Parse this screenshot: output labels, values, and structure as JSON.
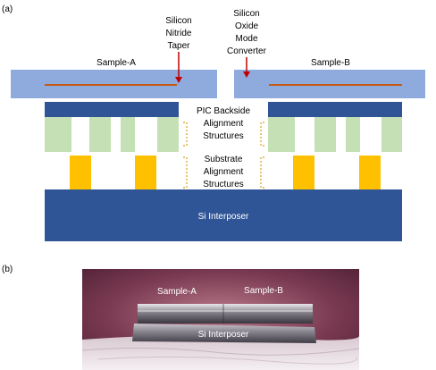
{
  "panel_a": {
    "label": "(a)",
    "callout_taper": [
      "Silicon",
      "Nitride",
      "Taper"
    ],
    "callout_converter": [
      "Silicon",
      "Oxide",
      "Mode",
      "Converter"
    ],
    "sample_a_label": "Sample-A",
    "sample_b_label": "Sample-B",
    "pic_alignment_label": [
      "PIC Backside",
      "Alignment",
      "Structures"
    ],
    "substrate_alignment_label": [
      "Substrate",
      "Alignment",
      "Structures"
    ],
    "interposer_label": "Si Interposer"
  },
  "panel_b": {
    "label": "(b)",
    "sample_a_label": "Sample-A",
    "sample_b_label": "Sample-B",
    "interposer_label": "Si Interposer"
  },
  "colors": {
    "sample_fill": "#8faadc",
    "waveguide": "#c55a11",
    "pic_dark": "#2f5597",
    "pic_green": "#c5e0b4",
    "substrate_yellow": "#ffc000",
    "interposer": "#2f5597",
    "arrow": "#c00000",
    "dotted": "#d4a017"
  }
}
